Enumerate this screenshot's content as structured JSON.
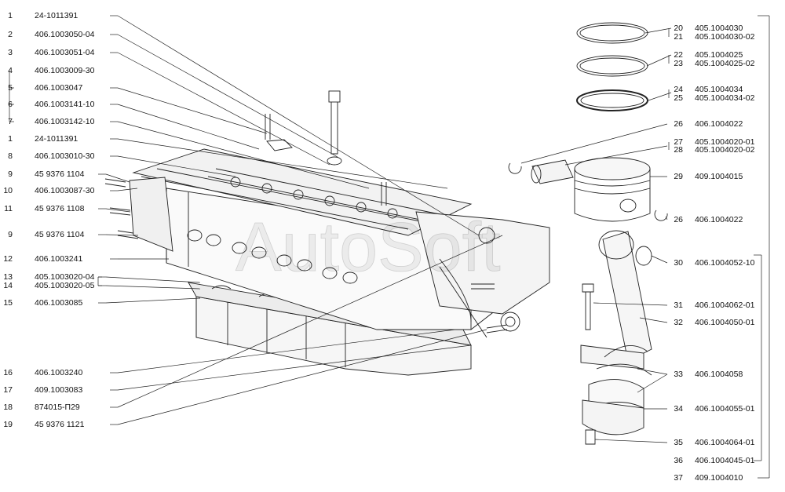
{
  "watermark": "AutoSoft",
  "left_callouts": [
    {
      "n": "1",
      "part": "24-1011391"
    },
    {
      "n": "2",
      "part": "406.1003050-04"
    },
    {
      "n": "3",
      "part": "406.1003051-04"
    },
    {
      "n": "4",
      "part": "406.1003009-30"
    },
    {
      "n": "5",
      "part": "406.1003047"
    },
    {
      "n": "6",
      "part": "406.1003141-10"
    },
    {
      "n": "7",
      "part": "406.1003142-10"
    },
    {
      "n": "1",
      "part": "24-1011391"
    },
    {
      "n": "8",
      "part": "406.1003010-30"
    },
    {
      "n": "9",
      "part": "45 9376 1104"
    },
    {
      "n": "10",
      "part": "406.1003087-30"
    },
    {
      "n": "11",
      "part": "45 9376 1108"
    },
    {
      "n": "9",
      "part": "45 9376 1104"
    },
    {
      "n": "12",
      "part": "406.1003241"
    },
    {
      "n": "13",
      "part": "405.1003020-04"
    },
    {
      "n": "14",
      "part": "405.1003020-05"
    },
    {
      "n": "15",
      "part": "406.1003085"
    },
    {
      "n": "16",
      "part": "406.1003240"
    },
    {
      "n": "17",
      "part": "409.1003083"
    },
    {
      "n": "18",
      "part": "874015-П29"
    },
    {
      "n": "19",
      "part": "45 9376 1121"
    }
  ],
  "right_callouts": [
    {
      "n": "20",
      "part": "405.1004030"
    },
    {
      "n": "21",
      "part": "405.1004030-02"
    },
    {
      "n": "22",
      "part": "405.1004025"
    },
    {
      "n": "23",
      "part": "405.1004025-02"
    },
    {
      "n": "24",
      "part": "405.1004034"
    },
    {
      "n": "25",
      "part": "405.1004034-02"
    },
    {
      "n": "26",
      "part": "406.1004022"
    },
    {
      "n": "27",
      "part": "405.1004020-01"
    },
    {
      "n": "28",
      "part": "405.1004020-02"
    },
    {
      "n": "29",
      "part": "409.1004015"
    },
    {
      "n": "26",
      "part": "406.1004022"
    },
    {
      "n": "30",
      "part": "406.1004052-10"
    },
    {
      "n": "31",
      "part": "406.1004062-01"
    },
    {
      "n": "32",
      "part": "406.1004050-01"
    },
    {
      "n": "33",
      "part": "406.1004058"
    },
    {
      "n": "34",
      "part": "406.1004055-01"
    },
    {
      "n": "35",
      "part": "406.1004064-01"
    },
    {
      "n": "36",
      "part": "406.1004045-01"
    },
    {
      "n": "37",
      "part": "409.1004010"
    }
  ]
}
